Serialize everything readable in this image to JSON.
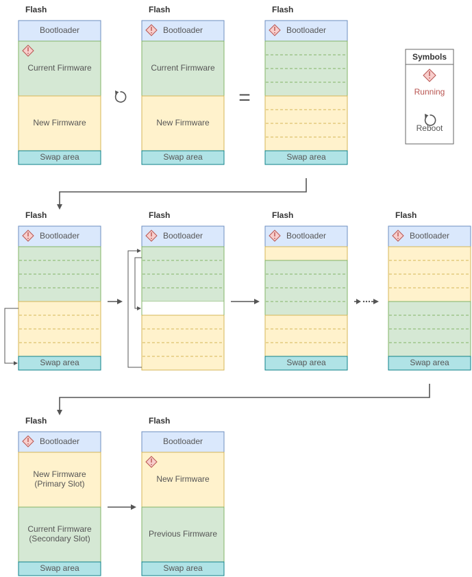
{
  "labels": {
    "flash": "Flash",
    "bootloader": "Bootloader",
    "current_firmware": "Current Firmware",
    "new_firmware": "New Firmware",
    "swap_area": "Swap area",
    "new_firmware_line1": "New Firmware",
    "new_firmware_line2": "(Primary Slot)",
    "current_firmware_line1": "Current Firmware",
    "current_firmware_line2": "(Secondary Slot)",
    "previous_firmware": "Previous Firmware",
    "equals": "="
  },
  "legend": {
    "title": "Symbols",
    "running": "Running",
    "reboot": "Reboot"
  },
  "colors": {
    "bootloader": "#dae8fc",
    "bootloader_stroke": "#6c8ebf",
    "current_firmware": "#d5e8d4",
    "current_firmware_stroke": "#82b366",
    "new_firmware": "#fff2cc",
    "new_firmware_stroke": "#d6b656",
    "swap_area": "#b0e3e6",
    "swap_stroke": "#0e8088",
    "running_icon_fill": "#f8cecc",
    "running_icon_stroke": "#b85450",
    "arrow": "#555555"
  }
}
